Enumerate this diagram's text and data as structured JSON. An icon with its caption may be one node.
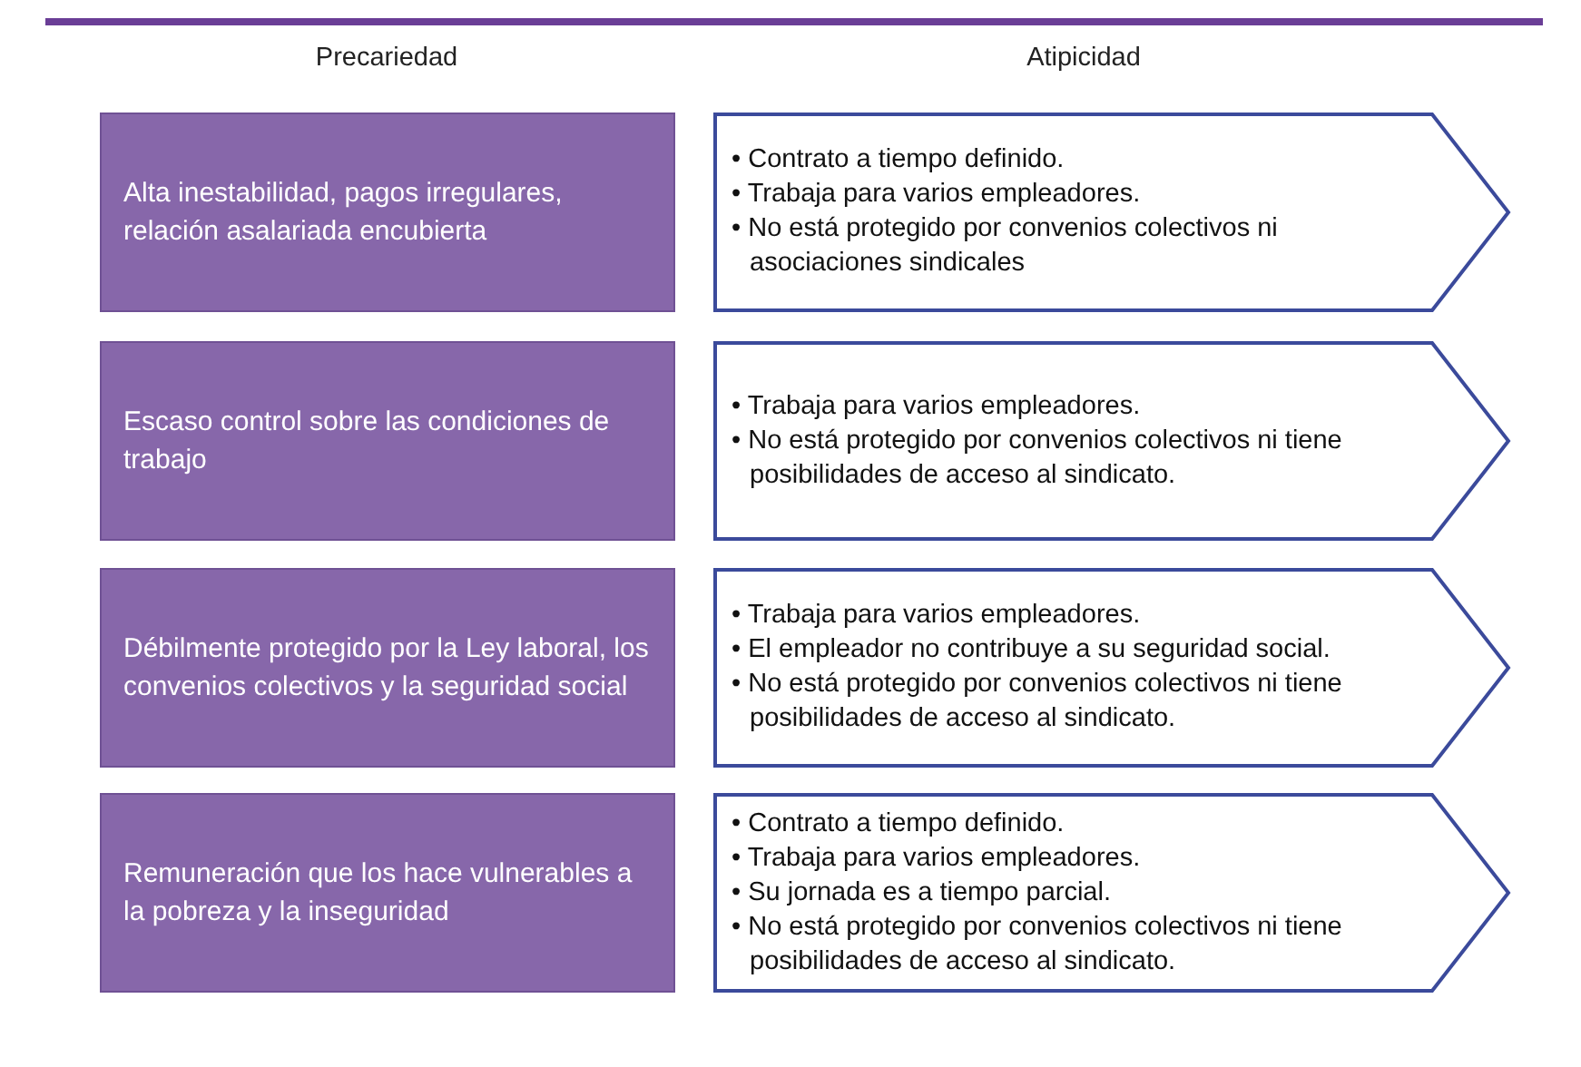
{
  "diagram": {
    "nodes": [
      {
        "text": [
          "Alta inestabilidad, pagos irregulares, relación asalariada encubierta"
        ]
      },
      {
        "text": [
          "• Contrato a tiempo definido.",
          "• Trabaja para varios empleadores.",
          "• No está protegido por convenios colectivos ni asociaciones sindicales"
        ]
      },
      {
        "text": [
          "Escaso control sobre las condiciones de trabajo"
        ]
      },
      {
        "text": [
          "• Trabaja para varios empleadores.",
          "• No está protegido por convenios colectivos ni tiene posibilidades de acceso al sindicato."
        ]
      },
      {
        "text": [
          "Débilmente protegido por la Ley laboral, los convenios colectivos y la seguridad social"
        ]
      },
      {
        "text": [
          "• Trabaja para varios empleadores.",
          "• El empleador no contribuye a su seguridad social.",
          "• No está protegido por convenios colectivos ni tiene posibilidades de acceso al sindicato."
        ]
      },
      {
        "text": [
          "Remuneración que los hace vulnerables a la pobreza y la inseguridad"
        ]
      },
      {
        "text": [
          "• Contrato a tiempo definido.",
          "• Trabaja para varios empleadores.",
          "• Su jornada es a tiempo parcial.",
          "• No está protegido por convenios colectivos ni tiene posibilidades de acceso al sindicato."
        ]
      }
    ],
    "edges": [],
    "labels": [
      "Precariedad",
      "Atipicidad"
    ]
  }
}
